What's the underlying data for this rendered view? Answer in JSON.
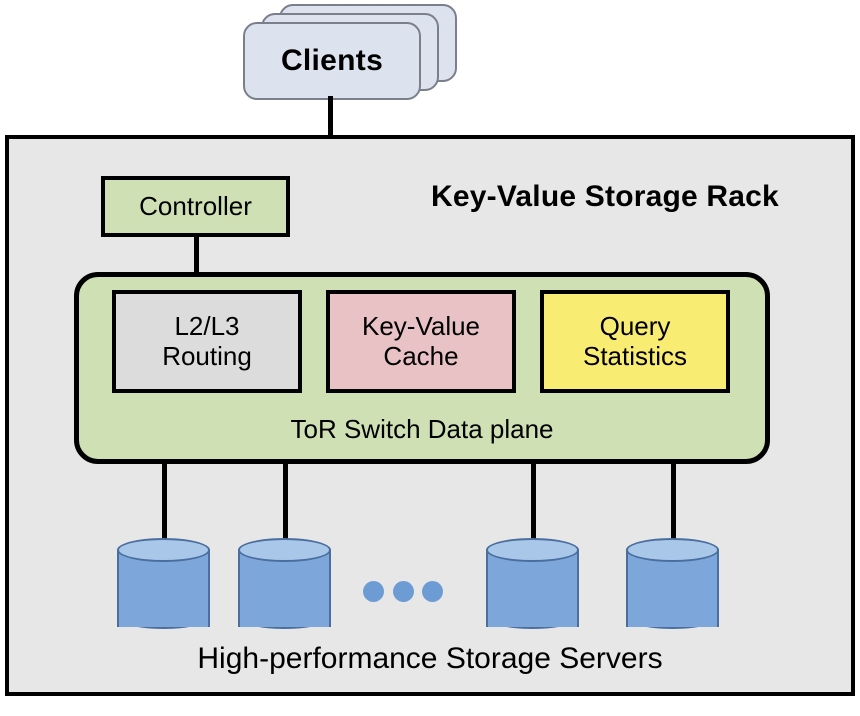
{
  "diagram": {
    "title": "Key-Value Storage Rack",
    "clients": {
      "label": "Clients",
      "stack_count": 3
    },
    "controller": {
      "label": "Controller"
    },
    "data_plane": {
      "caption": "ToR Switch Data plane",
      "modules": [
        {
          "id": "l2l3-routing",
          "line1": "L2/L3",
          "line2": "Routing",
          "color": "#dcdcdc"
        },
        {
          "id": "key-value-cache",
          "line1": "Key-Value",
          "line2": "Cache",
          "color": "#e9c2c6"
        },
        {
          "id": "query-statistics",
          "line1": "Query",
          "line2": "Statistics",
          "color": "#f8ec72"
        }
      ]
    },
    "storage": {
      "caption": "High-performance Storage Servers",
      "server_count_shown": 4,
      "ellipsis_dots": 3
    },
    "colors": {
      "rack_fill": "#e8e7e8",
      "rack_border": "#000000",
      "controller_fill": "#cfe0b4",
      "data_plane_fill": "#cfe0b4",
      "client_fill": "#dde2ef",
      "client_border": "#7b7f8c",
      "routing_fill": "#dcdcdc",
      "cache_fill": "#e9c2c6",
      "stats_fill": "#f8ec72",
      "cylinder_body": "#7da7da",
      "cylinder_top": "#a9c7e8",
      "cylinder_edge": "#4a6e9e",
      "dot_color": "#6d9cd4",
      "line_color": "#000000"
    }
  }
}
